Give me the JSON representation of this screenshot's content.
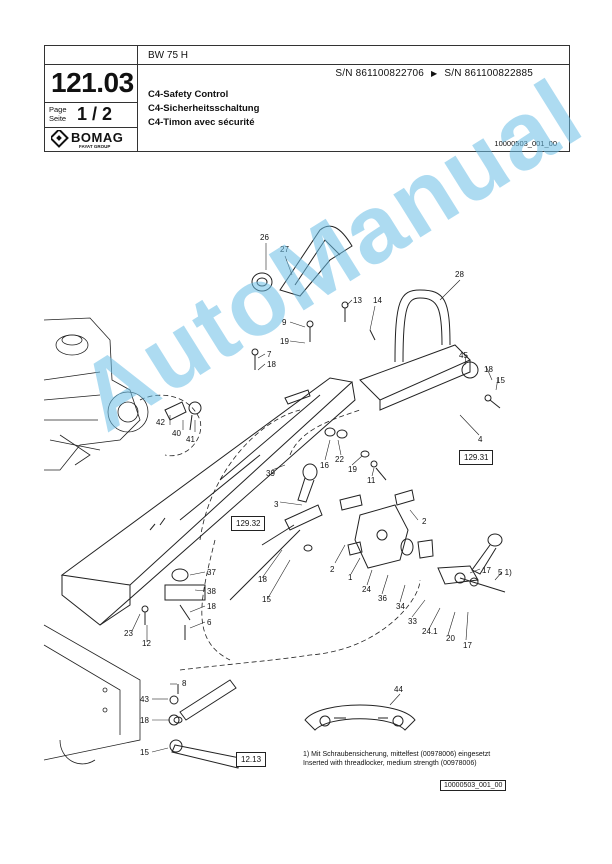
{
  "header": {
    "model": "BW 75 H",
    "sn_from": "S/N 861100822706",
    "sn_arrow": "▶",
    "sn_to": "S/N 861100822885",
    "page_code": "121.03",
    "page_label_en": "Page",
    "page_label_de": "Seite",
    "page_number": "1  /  2",
    "brand": "BOMAG",
    "brand_sub": "FAYAT GROUP",
    "title_en": "C4-Safety Control",
    "title_de": "C4-Sicherheitsschaltung",
    "title_fr": "C4-Timon avec sécurité",
    "doc_id": "10000503_001_00"
  },
  "drawing": {
    "callouts": [
      "26",
      "27",
      "28",
      "13",
      "14",
      "9",
      "19",
      "7",
      "18",
      "45",
      "18",
      "15",
      "42",
      "40",
      "41",
      "22",
      "16",
      "19",
      "11",
      "4",
      "39",
      "3",
      "2",
      "1",
      "24",
      "36",
      "34",
      "33",
      "24.1",
      "20",
      "17",
      "17",
      "5 1)",
      "37",
      "38",
      "18",
      "6",
      "23",
      "12",
      "18",
      "15",
      "8",
      "43",
      "18",
      "15",
      "44",
      "2"
    ],
    "refs": [
      "129.31",
      "129.32",
      "12.13"
    ]
  },
  "watermark": "AutoManual",
  "footnote": {
    "line1": "1) Mit Schraubensicherung, mittelfest (00978006) eingesetzt",
    "line2": "Inserted with threadlocker, medium strength (00978006)"
  },
  "footer_id": "10000503_001_00"
}
